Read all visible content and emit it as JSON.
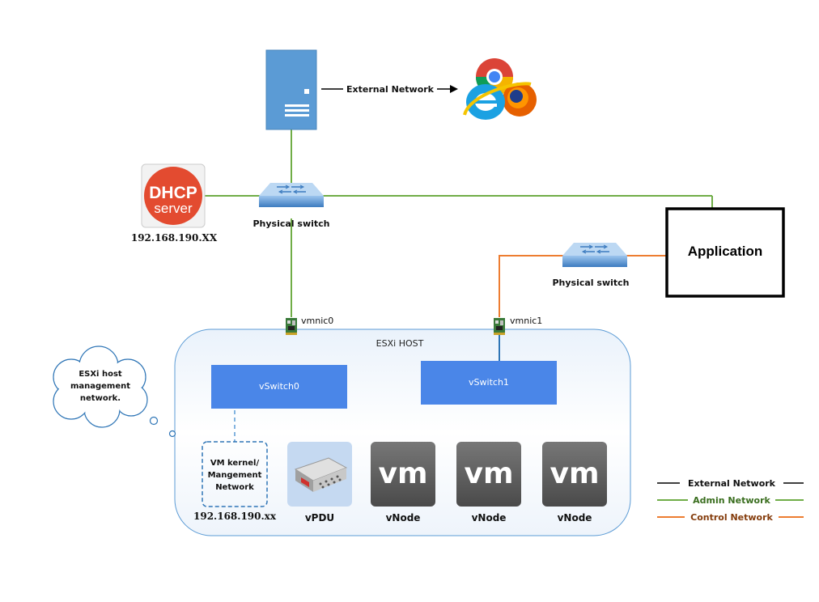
{
  "external_link_label": "External Network",
  "dhcp": {
    "line1": "DHCP",
    "line2": "server",
    "ip": "192.168.190.XX"
  },
  "physical_switch_1": "Physical switch",
  "physical_switch_2": "Physical switch",
  "application": "Application",
  "nics": {
    "nic0": "vmnic0",
    "nic1": "vmnic1"
  },
  "esxi": {
    "title": "ESXi HOST",
    "vswitch0": "vSwitch0",
    "vswitch1": "vSwitch1",
    "kernel": {
      "line1": "VM kernel/",
      "line2": "Mangement",
      "line3": "Network",
      "ip": "192.168.190.xx"
    },
    "vpdu": "vPDU",
    "vnodes": [
      "vNode",
      "vNode",
      "vNode"
    ],
    "vm_logo": "vm"
  },
  "callout": {
    "line1": "ESXi host",
    "line2": "management",
    "line3": "network."
  },
  "legend": [
    "External Network",
    "Admin Network",
    "Control Network"
  ],
  "colors": {
    "admin": "#70ad47",
    "control": "#ed7d31",
    "external": "#000000",
    "esxi_link": "#2e75b6",
    "vswitch": "#4a86e8",
    "server": "#5b9bd5",
    "dhcp": "#e34b30"
  },
  "icons": {
    "server": "server-icon",
    "browsers": "web-browsers-icon",
    "switch": "network-switch-icon",
    "nic": "network-card-icon",
    "pdu": "pdu-device-icon",
    "vm": "vmware-vm-icon"
  }
}
